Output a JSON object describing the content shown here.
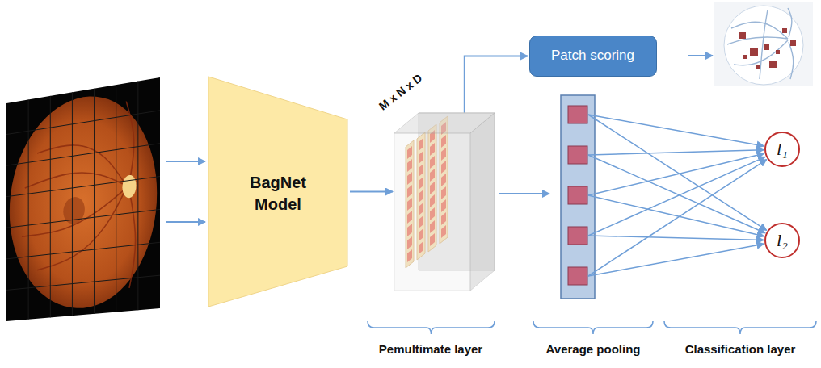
{
  "diagram": {
    "nodes": [
      {
        "text": [
          "BagNet Model"
        ]
      },
      {
        "text": [
          "M x N x D"
        ]
      },
      {
        "text": [
          "Patch scoring"
        ]
      },
      {
        "text": [
          "l₁"
        ]
      },
      {
        "text": [
          "l₂"
        ]
      }
    ],
    "edges": [
      {
        "from": 0,
        "to": 1,
        "arrow": "to"
      },
      {
        "from": 1,
        "to": 2,
        "arrow": "to"
      }
    ],
    "labels": [
      "Pemultimate layer",
      "Average pooling",
      "Classification layer"
    ]
  }
}
